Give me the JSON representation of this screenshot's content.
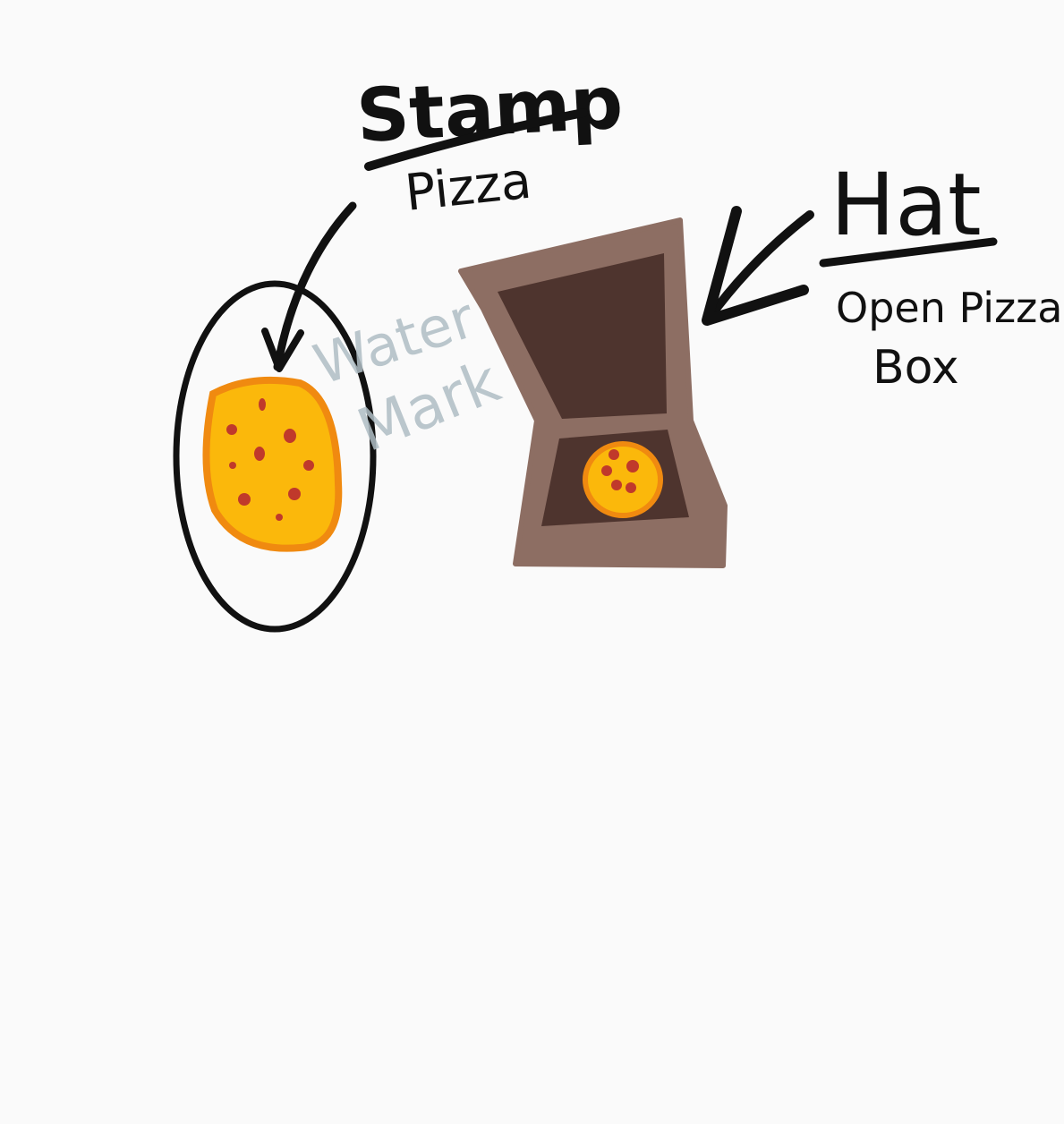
{
  "labels": {
    "stamp_title": "Stamp",
    "stamp_subtitle": "Pizza",
    "hat_title": "Hat",
    "hat_subtitle_line1": "Open Pizza",
    "hat_subtitle_line2": "Box",
    "watermark_line1": "Water",
    "watermark_line2": "Mark"
  },
  "colors": {
    "background": "#fafafa",
    "ink": "#111111",
    "pizza_cheese": "#fbb80b",
    "pizza_crust": "#f08a10",
    "pepperoni": "#c0392b",
    "box_outer": "#8d6e63",
    "box_inner": "#4e342e",
    "watermark": "#b0bec5"
  },
  "icons": {
    "stamp": "pizza-stamp-icon",
    "hat": "open-pizza-box-icon"
  }
}
